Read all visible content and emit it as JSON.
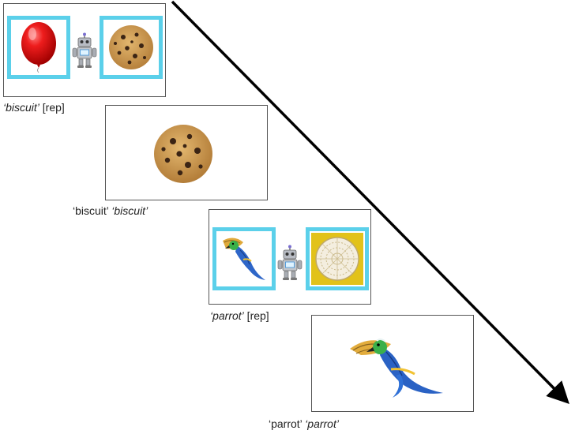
{
  "trials": [
    {
      "caption_word": "‘biscuit’",
      "caption_rest": " [rep]",
      "left_item": "balloon",
      "right_item": "cookie",
      "agent": "robot"
    },
    {
      "caption_plain": "‘biscuit’",
      "caption_italic": "‘biscuit’",
      "item": "cookie"
    },
    {
      "caption_word": "‘parrot’",
      "caption_rest": " [rep]",
      "left_item": "parrot",
      "right_item": "yellow-plate",
      "agent": "robot"
    },
    {
      "caption_plain": "‘parrot’",
      "caption_italic": "‘parrot’",
      "item": "parrot"
    }
  ],
  "colors": {
    "selection_border": "#5bd0ea",
    "arrow": "#000000",
    "frame_border": "#555555"
  },
  "arrow": {
    "meaning": "time",
    "direction": "down-right"
  }
}
